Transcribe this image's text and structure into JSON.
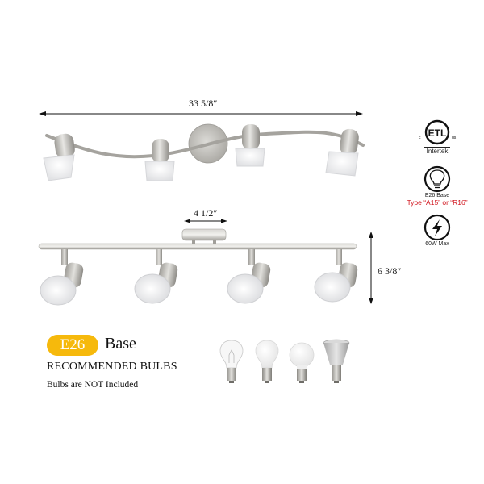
{
  "dimensions": {
    "overall_width": "33 5/8″",
    "canopy_width": "4 1/2″",
    "height": "6 3/8″"
  },
  "certifications": {
    "etl": {
      "icon": "etl-listed-icon",
      "left_mark": "c",
      "right_mark": "us",
      "label": "Intertek"
    },
    "bulb": {
      "icon": "light-bulb-icon",
      "label": "E26 Base",
      "type_note": "Type “A15” or “R16”"
    },
    "wattage": {
      "icon": "lightning-bolt-icon",
      "label": "60W Max"
    }
  },
  "bulb_info": {
    "base_badge": "E26",
    "base_label": "Base",
    "recommended": "RECOMMENDED BULBS",
    "note": "Bulbs are NOT Included",
    "bulbs": [
      "clear-incandescent-a-bulb",
      "frosted-a-bulb",
      "frosted-globe-bulb",
      "r16-reflector-bulb"
    ]
  },
  "colors": {
    "accent_yellow": "#f6b90c",
    "note_red": "#d0121b",
    "metal": "#b9b7b2"
  }
}
